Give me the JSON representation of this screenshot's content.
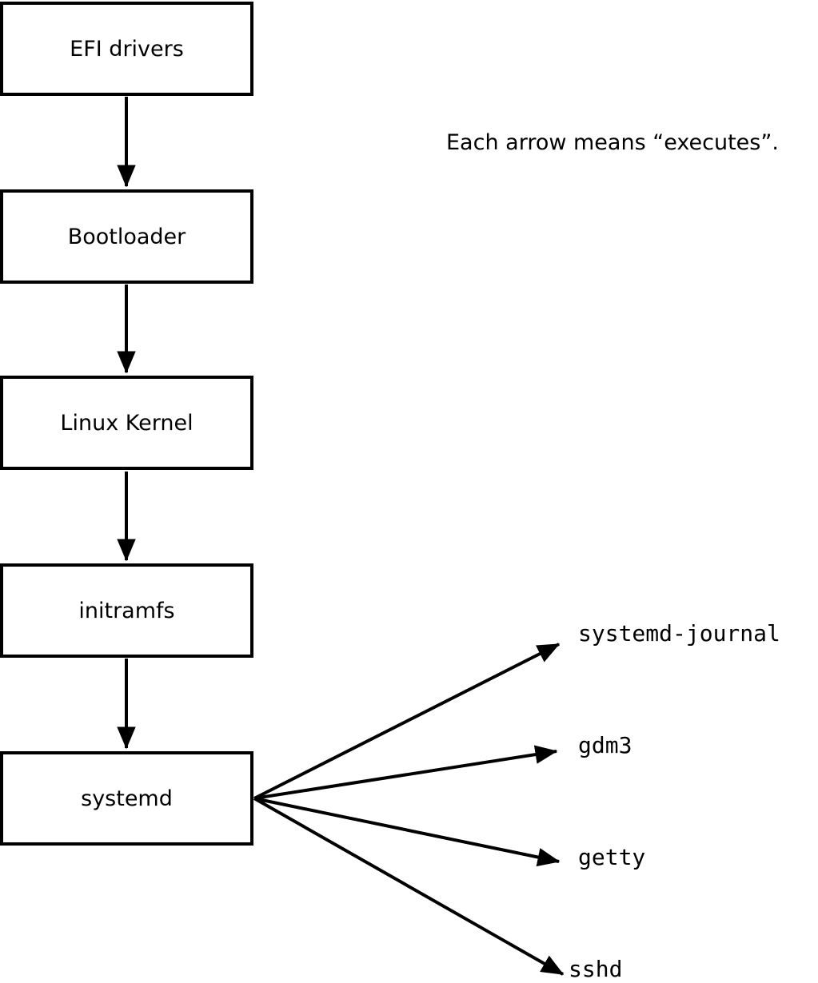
{
  "diagram": {
    "title_note": "Each arrow means “executes”.",
    "boxes": [
      {
        "label": "EFI drivers"
      },
      {
        "label": "Bootloader"
      },
      {
        "label": "Linux Kernel"
      },
      {
        "label": "initramfs"
      },
      {
        "label": "systemd"
      }
    ],
    "targets": [
      {
        "label": "systemd-journal"
      },
      {
        "label": "gdm3"
      },
      {
        "label": "getty"
      },
      {
        "label": "sshd"
      }
    ],
    "edges": [
      {
        "from": "EFI drivers",
        "to": "Bootloader",
        "meaning": "executes"
      },
      {
        "from": "Bootloader",
        "to": "Linux Kernel",
        "meaning": "executes"
      },
      {
        "from": "Linux Kernel",
        "to": "initramfs",
        "meaning": "executes"
      },
      {
        "from": "initramfs",
        "to": "systemd",
        "meaning": "executes"
      },
      {
        "from": "systemd",
        "to": "systemd-journal",
        "meaning": "executes"
      },
      {
        "from": "systemd",
        "to": "gdm3",
        "meaning": "executes"
      },
      {
        "from": "systemd",
        "to": "getty",
        "meaning": "executes"
      },
      {
        "from": "systemd",
        "to": "sshd",
        "meaning": "executes"
      }
    ],
    "colors": {
      "background": "#ffffff",
      "box_fill": "#ffffff",
      "box_border": "#000000",
      "arrow": "#000000",
      "text": "#000000"
    }
  }
}
